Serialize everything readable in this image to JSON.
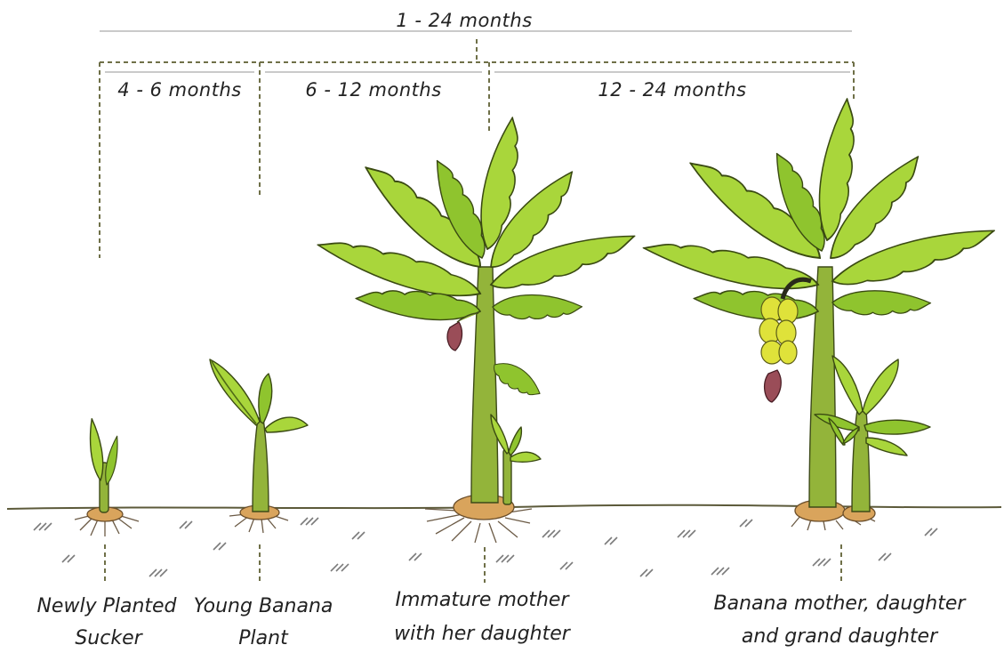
{
  "timeline": {
    "total": "1 - 24 months",
    "stages": [
      "4 - 6 months",
      "6 - 12 months",
      "12 - 24 months"
    ]
  },
  "captions": [
    {
      "line1": "Newly Planted",
      "line2": "Sucker"
    },
    {
      "line1": "Young Banana",
      "line2": "Plant"
    },
    {
      "line1": "Immature mother",
      "line2": "with her daughter"
    },
    {
      "line1": "Banana mother, daughter",
      "line2": "and grand daughter"
    }
  ],
  "colors": {
    "leaf": "#a9d63b",
    "stem": "#93b43a",
    "corm": "#d9a45c",
    "flower": "#9a4d58",
    "banana": "#dfe23a",
    "timeline_dash": "#6f7048"
  }
}
